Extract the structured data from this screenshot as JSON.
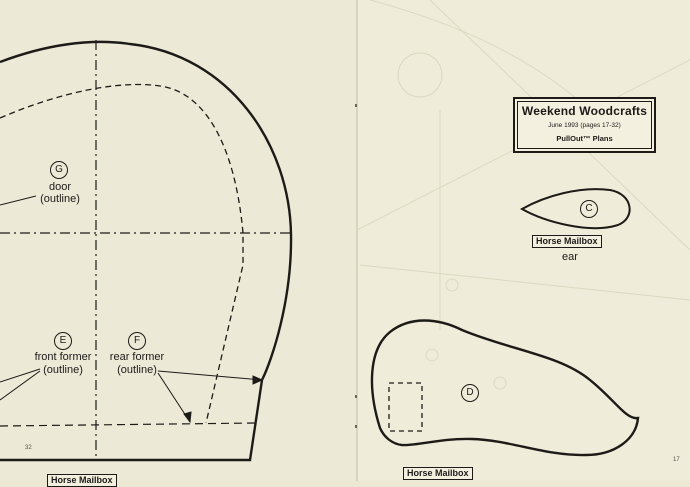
{
  "left_page": {
    "door": {
      "id": "G",
      "name": "door",
      "note": "(outline)"
    },
    "front_former": {
      "id": "E",
      "name": "front former",
      "note": "(outline)"
    },
    "rear_former": {
      "id": "F",
      "name": "rear former",
      "note": "(outline)"
    },
    "page_number": "32",
    "bottom_tag": "Horse Mailbox"
  },
  "right_page": {
    "title_box": {
      "title": "Weekend Woodcrafts",
      "date": "June 1993 (pages 17-32)",
      "plans": "PullOut™ Plans"
    },
    "ear": {
      "id": "C",
      "tag": "Horse Mailbox",
      "caption": "ear"
    },
    "head": {
      "id": "D",
      "tag": "Horse Mailbox"
    },
    "page_number": "17"
  }
}
